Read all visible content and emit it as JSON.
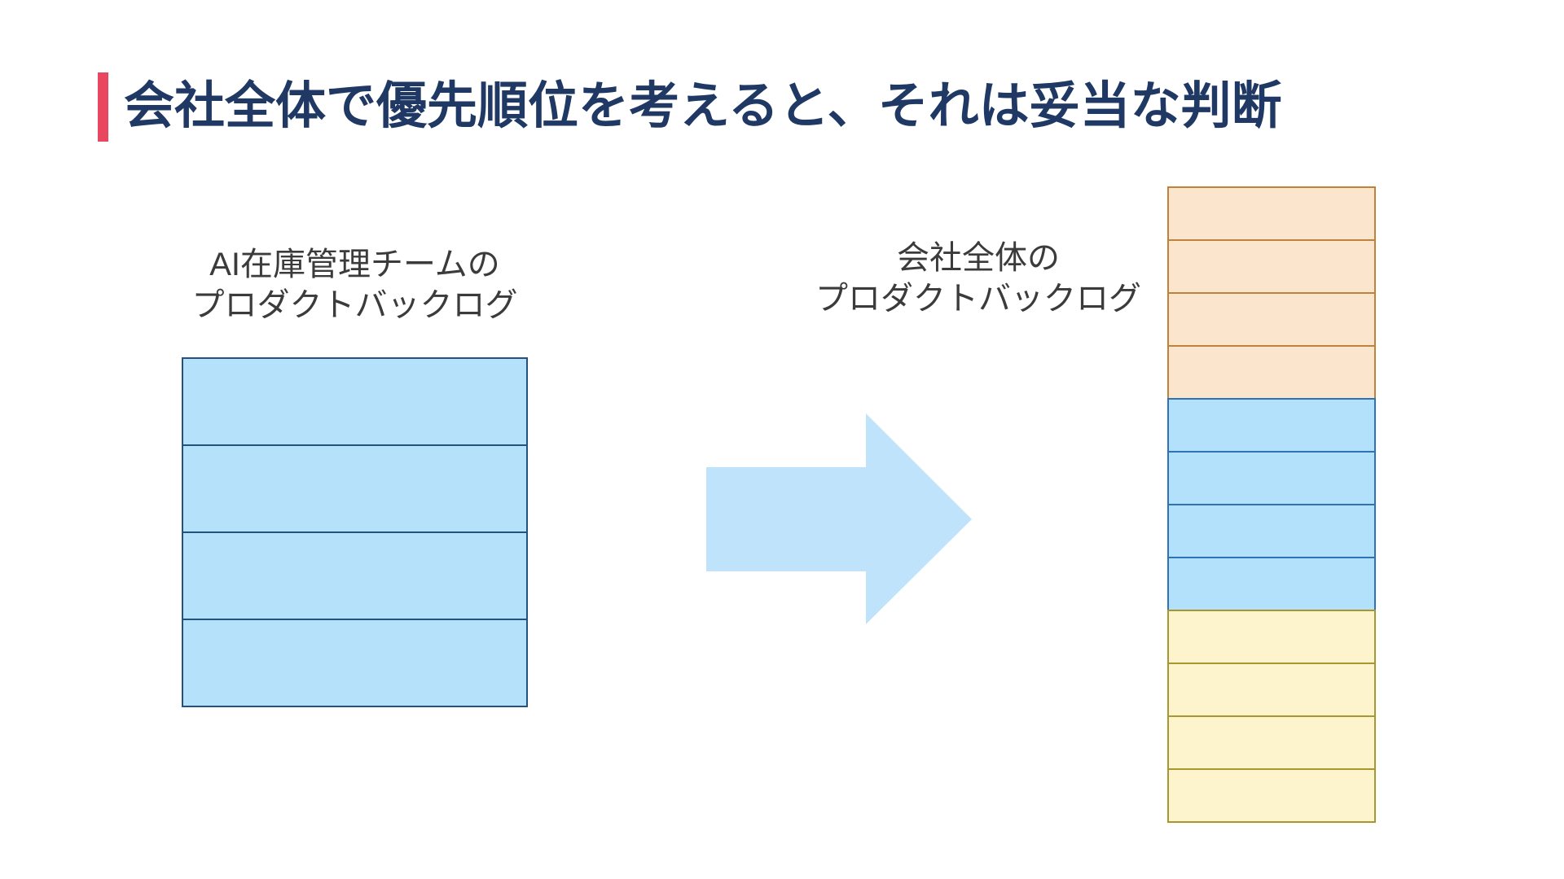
{
  "slide": {
    "title": "会社全体で優先順位を考えると、それは妥当な判断",
    "title_color": "#1f3864",
    "accent_bar_color": "#e8475f",
    "background_color": "#ffffff"
  },
  "left_backlog": {
    "label": [
      "AI在庫管理チームの",
      "プロダクトバックログ"
    ],
    "rows": 4,
    "fill": "#b5e1fa",
    "border": "#24527e"
  },
  "arrow": {
    "icon": "arrow-right-icon",
    "fill": "#bfe3fa"
  },
  "right_backlog": {
    "label": [
      "会社全体の",
      "プロダクトバックログ"
    ],
    "segments": [
      {
        "name": "backlog-segment-orange",
        "rows": 4,
        "fill": "#fce5cd",
        "border": "#c0813b"
      },
      {
        "name": "backlog-segment-blue",
        "rows": 4,
        "fill": "#b3e0fa",
        "border": "#2e74b5"
      },
      {
        "name": "backlog-segment-yellow",
        "rows": 4,
        "fill": "#fdf3cd",
        "border": "#a6982f"
      }
    ]
  }
}
